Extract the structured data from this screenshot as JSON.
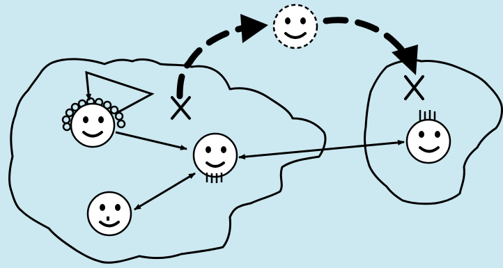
{
  "diagram": {
    "background_color": "#cce8f0",
    "line_color": "#000000",
    "face_fill": "#ffffff",
    "regions": [
      "left-territory",
      "right-territory"
    ],
    "characters": [
      "curly-haired-face",
      "bearded-face",
      "mustached-face",
      "spiky-haired-face",
      "moving-face-dashed"
    ],
    "markers": [
      "x-mark-left",
      "x-mark-right"
    ],
    "arrows": [
      "self-loop-arrow",
      "curly-to-bearded-arrow",
      "bearded-to-spiky-double-arrow",
      "bearded-to-mustached-double-arrow",
      "migration-dashed-arrow"
    ]
  }
}
